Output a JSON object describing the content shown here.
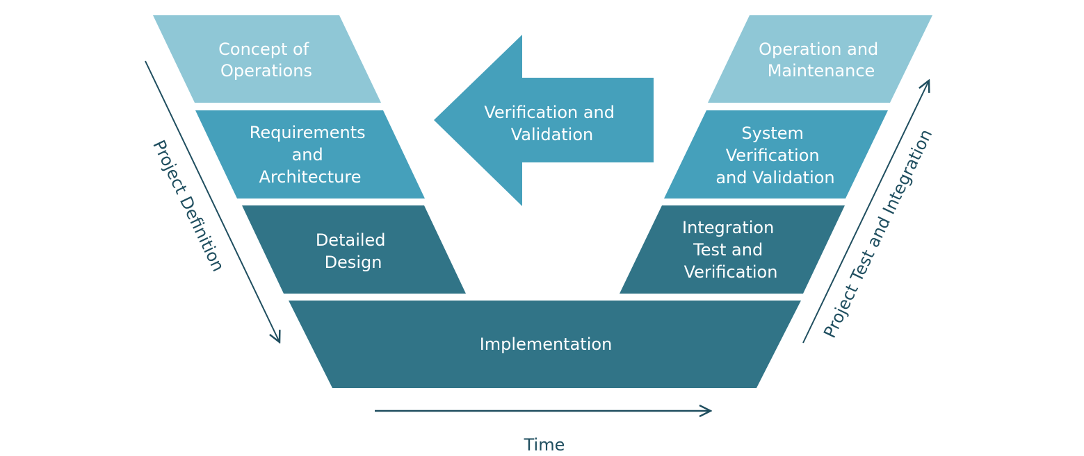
{
  "colors": {
    "light": "#8fc7d6",
    "medium": "#45a0bb",
    "dark": "#317487",
    "arrow": "#1f4e5f",
    "text": "#ffffff"
  },
  "boxes": {
    "concept": [
      "Concept of",
      "Operations"
    ],
    "requirements": [
      "Requirements",
      "and",
      "Architecture"
    ],
    "detailed": [
      "Detailed",
      "Design"
    ],
    "implementation": [
      "Implementation"
    ],
    "integration": [
      "Integration",
      "Test and",
      "Verification"
    ],
    "system": [
      "System",
      "Verification",
      "and Validation"
    ],
    "operation": [
      "Operation and",
      "Maintenance"
    ]
  },
  "vv_arrow": [
    "Verification and",
    "Validation"
  ],
  "axes": {
    "left": "Project Definition",
    "right": "Project Test and Integration",
    "bottom": "Time"
  }
}
